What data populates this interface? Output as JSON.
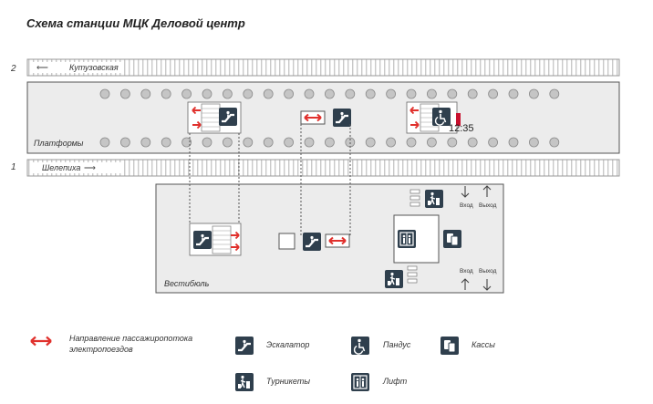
{
  "title": "Схема станции МЦК Деловой центр",
  "tracks": [
    {
      "number": "2",
      "direction": "Кутузовская"
    },
    {
      "number": "1",
      "direction": "Шелепиха"
    }
  ],
  "labels": {
    "platforms": "Платформы",
    "vestibule": "Вестибюль",
    "marker": "12:35"
  },
  "entry_exit": {
    "top": {
      "left": "Вход",
      "right": "Выход"
    },
    "bottom": {
      "left": "Вход",
      "right": "Выход"
    }
  },
  "legend": {
    "flow_direction_line1": "Направление пассажиропотока",
    "flow_direction_line2": "электропоездов",
    "escalator": "Эскалатор",
    "ramp": "Пандус",
    "cashier": "Кассы",
    "turnstiles": "Турникеты",
    "elevator": "Лифт"
  },
  "icons": {
    "escalator": "escalator-icon",
    "ramp": "wheelchair-ramp-icon",
    "cashier": "ticket-cashier-icon",
    "turnstiles": "turnstile-icon",
    "elevator": "elevator-icon",
    "flow": "double-arrow-icon"
  },
  "colors": {
    "accent_red": "#e0302c",
    "icon_dark": "#2f3f4d",
    "platform_fill": "#ececec",
    "dot_fill": "#c5c5c5",
    "outline": "#555555"
  }
}
